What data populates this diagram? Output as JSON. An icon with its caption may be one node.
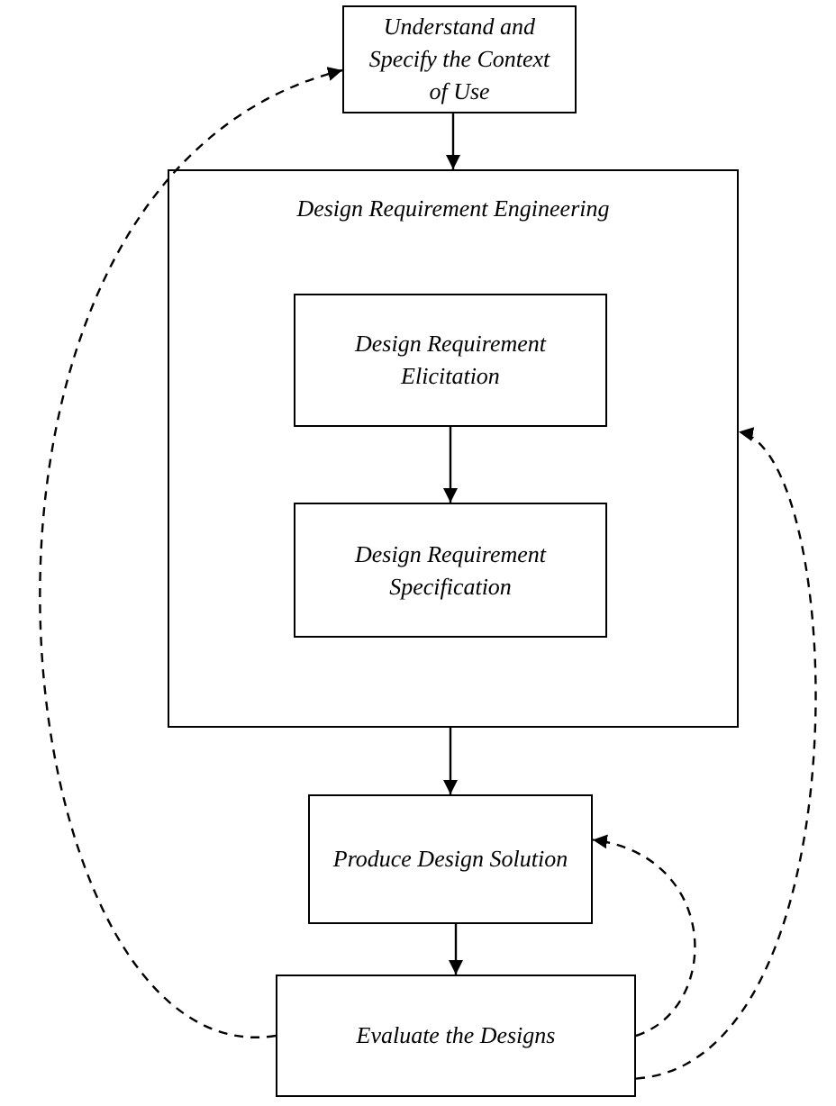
{
  "diagram": {
    "nodes": [
      {
        "text": [
          "Understand and Specify the Context of Use"
        ]
      },
      {
        "text": [
          "Design Requirement Engineering"
        ]
      },
      {
        "text": [
          "Design Requirement Elicitation"
        ],
        "in": 1
      },
      {
        "text": [
          "Design Requirement Specification"
        ],
        "in": 1
      },
      {
        "text": [
          "Produce Design Solution"
        ]
      },
      {
        "text": [
          "Evaluate the Designs"
        ]
      }
    ],
    "edges": [
      {
        "from": 0,
        "to": 1,
        "arrow": "to"
      },
      {
        "from": 2,
        "to": 3,
        "arrow": "to"
      },
      {
        "from": 1,
        "to": 4,
        "arrow": "to"
      },
      {
        "from": 4,
        "to": 5,
        "arrow": "to"
      },
      {
        "from": 5,
        "to": 0,
        "arrow": "to",
        "style": "dashed"
      },
      {
        "from": 5,
        "to": 4,
        "arrow": "to",
        "style": "dashed"
      },
      {
        "from": 5,
        "to": 1,
        "arrow": "to",
        "style": "dashed"
      }
    ]
  }
}
